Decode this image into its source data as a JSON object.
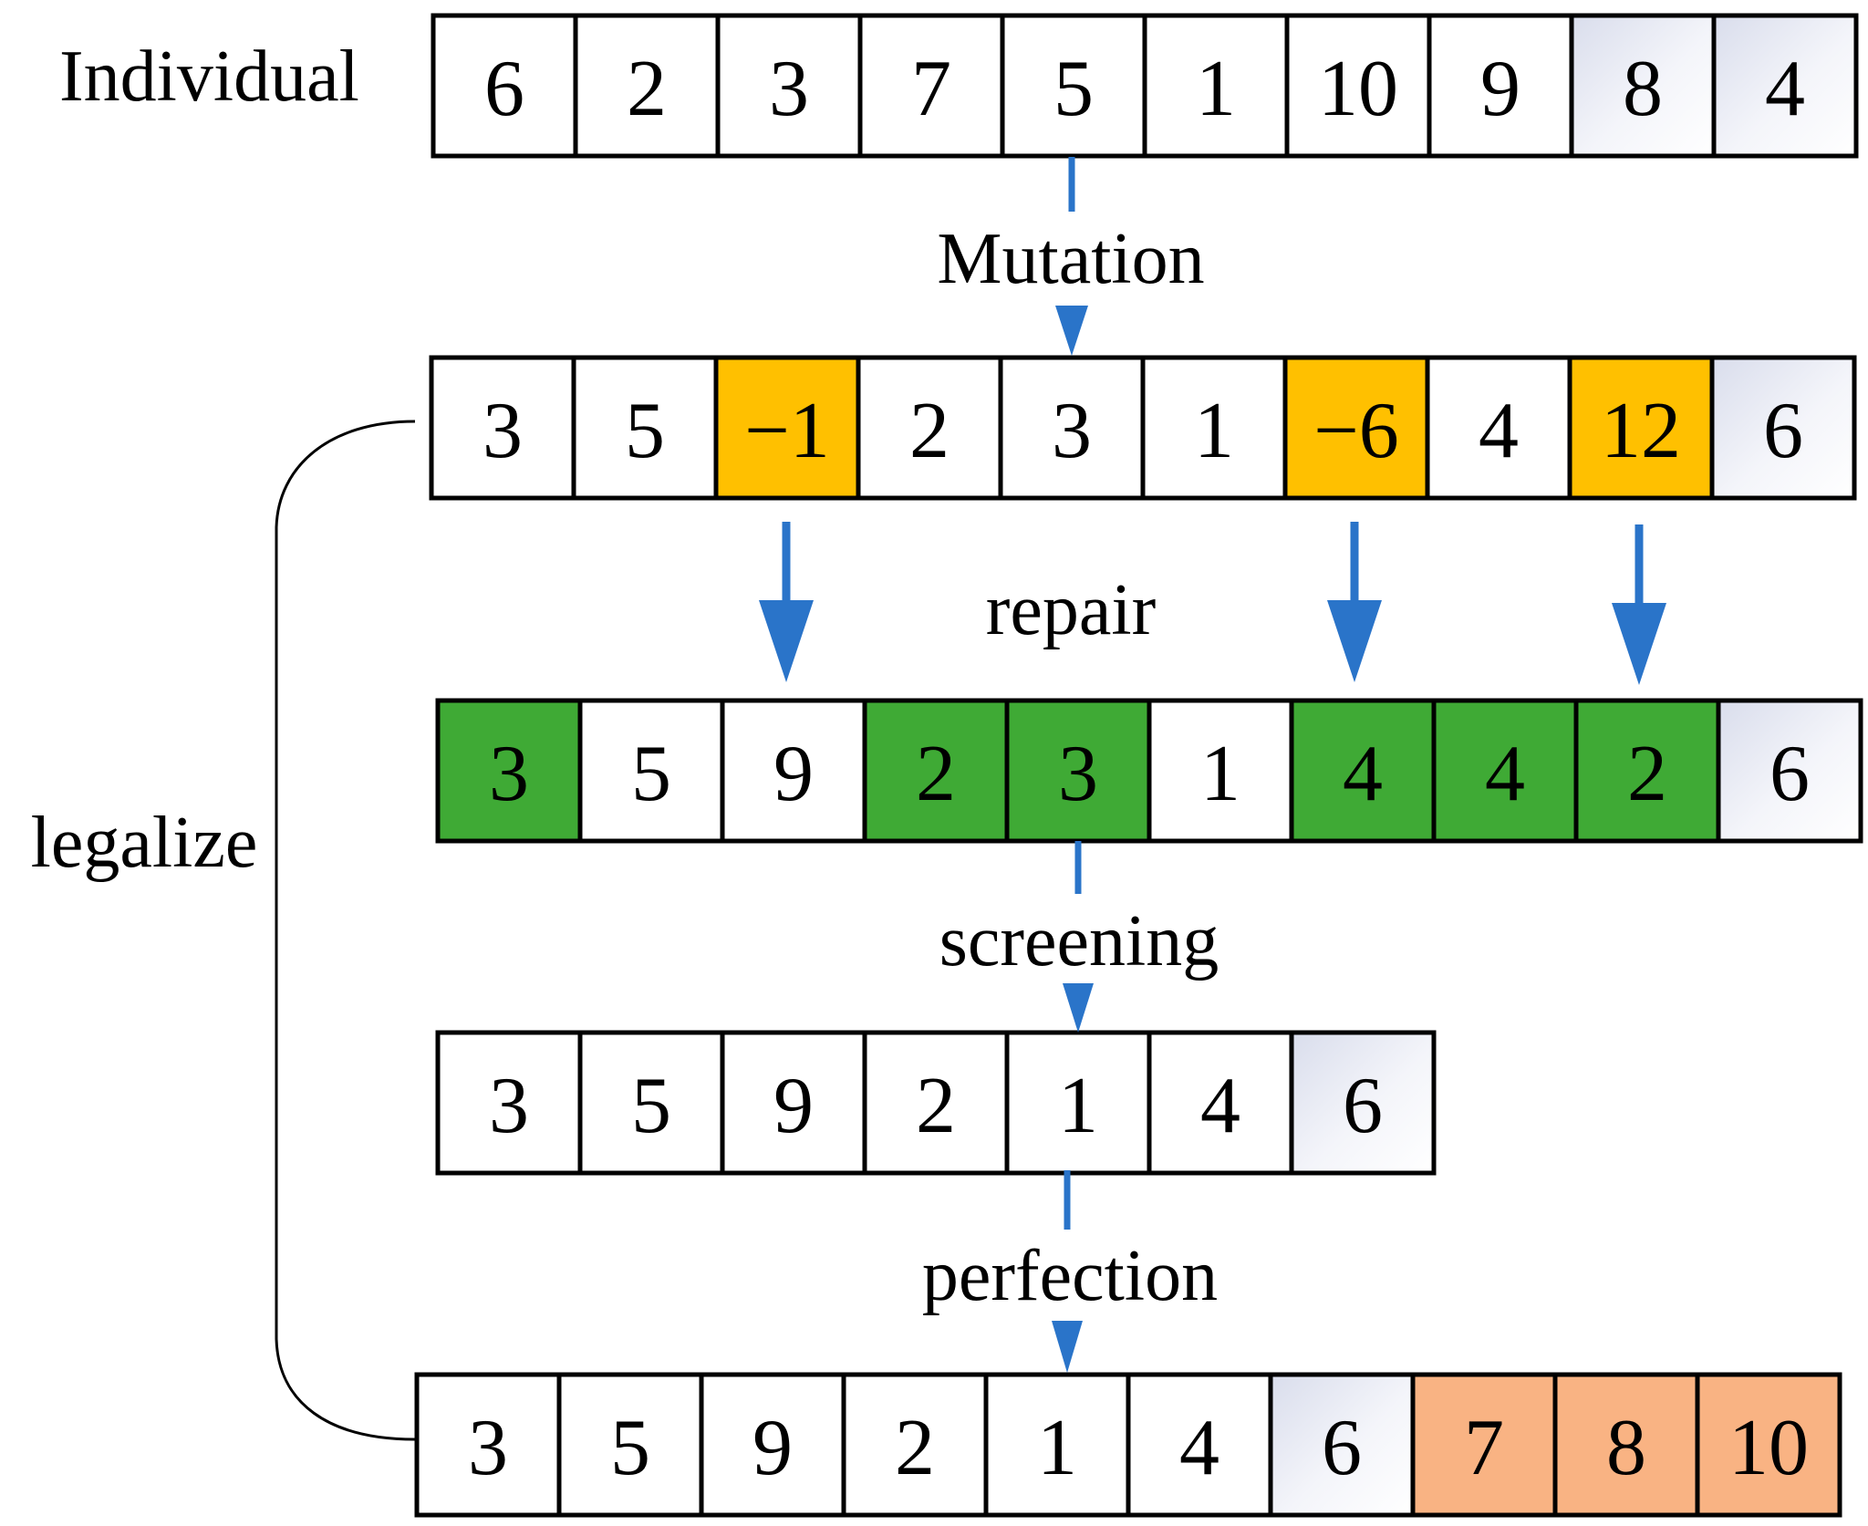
{
  "colors": {
    "border": "#000000",
    "arrow": "#2A74C9",
    "plain": "#FFFFFF",
    "tinted": "#E7EAF3",
    "mutated": "#FFC000",
    "repaired": "#3FAA35",
    "added": "#F9B383",
    "bracket": "#000000"
  },
  "labels": {
    "individual": "Individual",
    "mutation": "Mutation",
    "repair": "repair",
    "screening": "screening",
    "perfection": "perfection",
    "legalize": "legalize"
  },
  "rows": [
    {
      "id": "individual",
      "cells": [
        {
          "v": "6",
          "c": "plain"
        },
        {
          "v": "2",
          "c": "plain"
        },
        {
          "v": "3",
          "c": "plain"
        },
        {
          "v": "7",
          "c": "plain"
        },
        {
          "v": "5",
          "c": "plain"
        },
        {
          "v": "1",
          "c": "plain"
        },
        {
          "v": "10",
          "c": "plain"
        },
        {
          "v": "9",
          "c": "plain"
        },
        {
          "v": "8",
          "c": "tinted"
        },
        {
          "v": "4",
          "c": "tinted"
        }
      ]
    },
    {
      "id": "mutated",
      "cells": [
        {
          "v": "3",
          "c": "plain"
        },
        {
          "v": "5",
          "c": "plain"
        },
        {
          "v": "−1",
          "c": "mutated"
        },
        {
          "v": "2",
          "c": "plain"
        },
        {
          "v": "3",
          "c": "plain"
        },
        {
          "v": "1",
          "c": "plain"
        },
        {
          "v": "−6",
          "c": "mutated"
        },
        {
          "v": "4",
          "c": "plain"
        },
        {
          "v": "12",
          "c": "mutated"
        },
        {
          "v": "6",
          "c": "tinted"
        }
      ]
    },
    {
      "id": "repaired",
      "cells": [
        {
          "v": "3",
          "c": "repaired"
        },
        {
          "v": "5",
          "c": "plain"
        },
        {
          "v": "9",
          "c": "plain"
        },
        {
          "v": "2",
          "c": "repaired"
        },
        {
          "v": "3",
          "c": "repaired"
        },
        {
          "v": "1",
          "c": "plain"
        },
        {
          "v": "4",
          "c": "repaired"
        },
        {
          "v": "4",
          "c": "repaired"
        },
        {
          "v": "2",
          "c": "repaired"
        },
        {
          "v": "6",
          "c": "tinted"
        }
      ]
    },
    {
      "id": "screened",
      "cells": [
        {
          "v": "3",
          "c": "plain"
        },
        {
          "v": "5",
          "c": "plain"
        },
        {
          "v": "9",
          "c": "plain"
        },
        {
          "v": "2",
          "c": "plain"
        },
        {
          "v": "1",
          "c": "plain"
        },
        {
          "v": "4",
          "c": "plain"
        },
        {
          "v": "6",
          "c": "tinted"
        }
      ]
    },
    {
      "id": "perfected",
      "cells": [
        {
          "v": "3",
          "c": "plain"
        },
        {
          "v": "5",
          "c": "plain"
        },
        {
          "v": "9",
          "c": "plain"
        },
        {
          "v": "2",
          "c": "plain"
        },
        {
          "v": "1",
          "c": "plain"
        },
        {
          "v": "4",
          "c": "plain"
        },
        {
          "v": "6",
          "c": "tinted"
        },
        {
          "v": "7",
          "c": "added"
        },
        {
          "v": "8",
          "c": "added"
        },
        {
          "v": "10",
          "c": "added"
        }
      ]
    }
  ]
}
